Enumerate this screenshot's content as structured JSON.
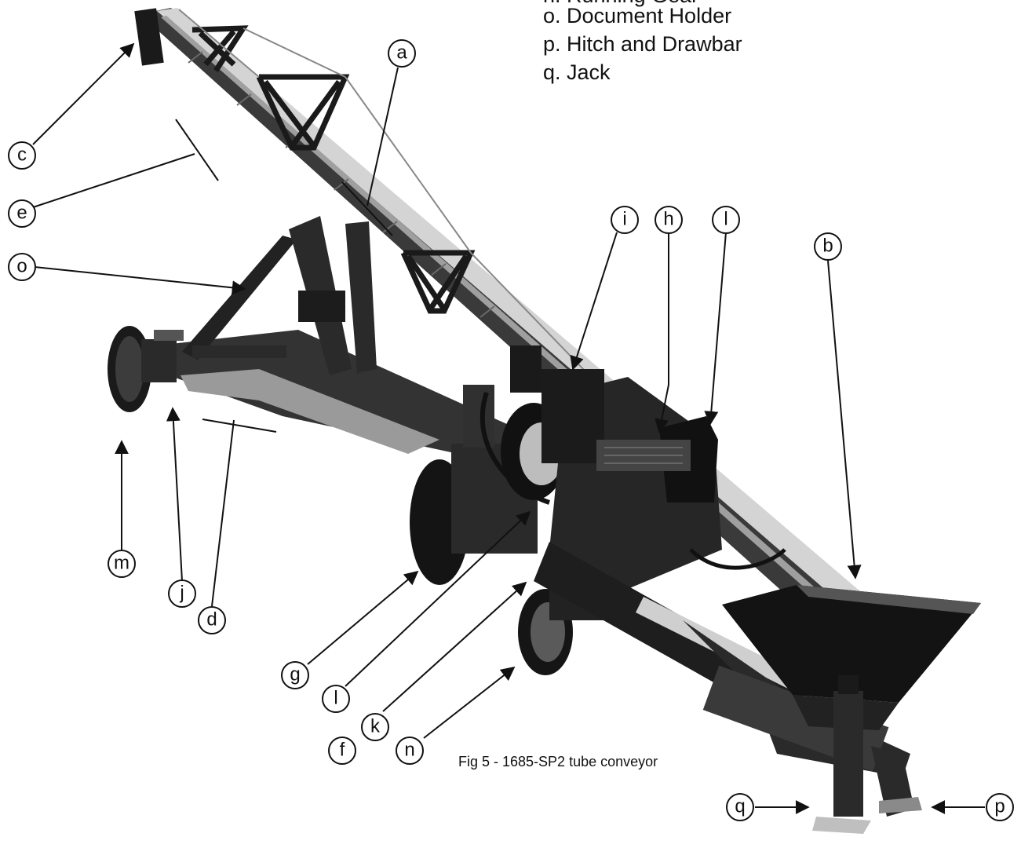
{
  "legend": {
    "partial_top": "n. Running Gear",
    "items": [
      {
        "key": "o.",
        "text": "Document Holder"
      },
      {
        "key": "p.",
        "text": "Hitch and Drawbar"
      },
      {
        "key": "q.",
        "text": "Jack"
      }
    ]
  },
  "caption": "Fig 5 - 1685-SP2 tube conveyor",
  "callouts": {
    "a": "a",
    "b": "b",
    "c": "c",
    "d": "d",
    "e": "e",
    "f": "f",
    "g": "g",
    "h": "h",
    "i": "i",
    "j": "j",
    "k": "k",
    "l1": "l",
    "l2": "l",
    "m": "m",
    "n": "n",
    "o": "o",
    "p": "p",
    "q": "q"
  }
}
